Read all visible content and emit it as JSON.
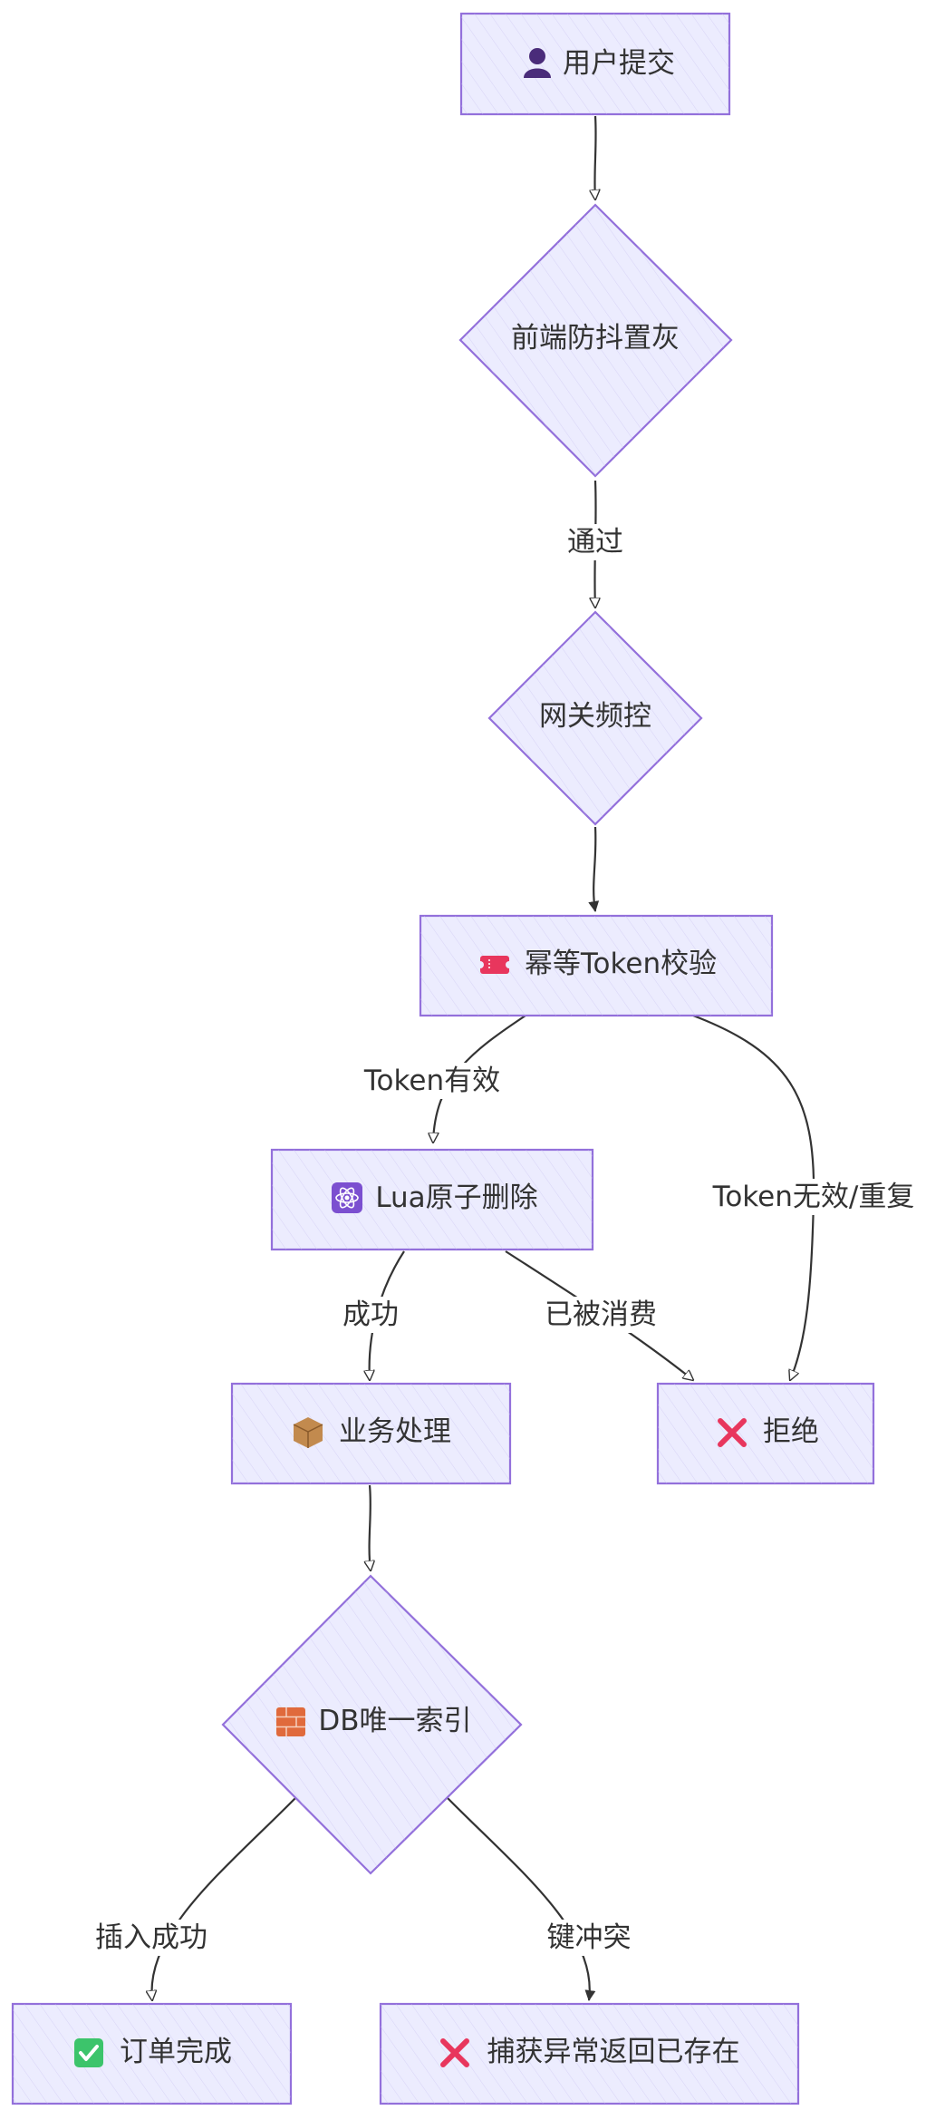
{
  "nodes": {
    "submit": {
      "label": "用户提交",
      "icon": "user-icon"
    },
    "debounce": {
      "label": "前端防抖置灰"
    },
    "gateway": {
      "label": "网关频控"
    },
    "token_check": {
      "label": "幂等Token校验",
      "icon": "ticket-icon"
    },
    "lua_delete": {
      "label": "Lua原子删除",
      "icon": "atom-icon"
    },
    "business": {
      "label": "业务处理",
      "icon": "package-icon"
    },
    "reject": {
      "label": "拒绝",
      "icon": "cross-mark-icon"
    },
    "db_index": {
      "label": "DB唯一索引",
      "icon": "brick-icon"
    },
    "order_done": {
      "label": "订单完成",
      "icon": "check-mark-icon"
    },
    "catch_exception": {
      "label": "捕获异常返回已存在",
      "icon": "cross-mark-icon"
    }
  },
  "edges": {
    "debounce_to_gateway": "通过",
    "token_valid": "Token有效",
    "token_invalid": "Token无效/重复",
    "lua_success": "成功",
    "lua_consumed": "已被消费",
    "insert_success": "插入成功",
    "key_conflict": "键冲突"
  },
  "colors": {
    "node_fill": "#ECECFE",
    "node_stroke": "#9370DB",
    "edge": "#333333",
    "cross_mark": "#E8365D",
    "check_mark": "#3CC46B",
    "ticket": "#E8365D",
    "atom": "#7B4FD0",
    "package": "#C28A4E",
    "brick": "#E06A3C",
    "user": "#4A2C7A"
  }
}
